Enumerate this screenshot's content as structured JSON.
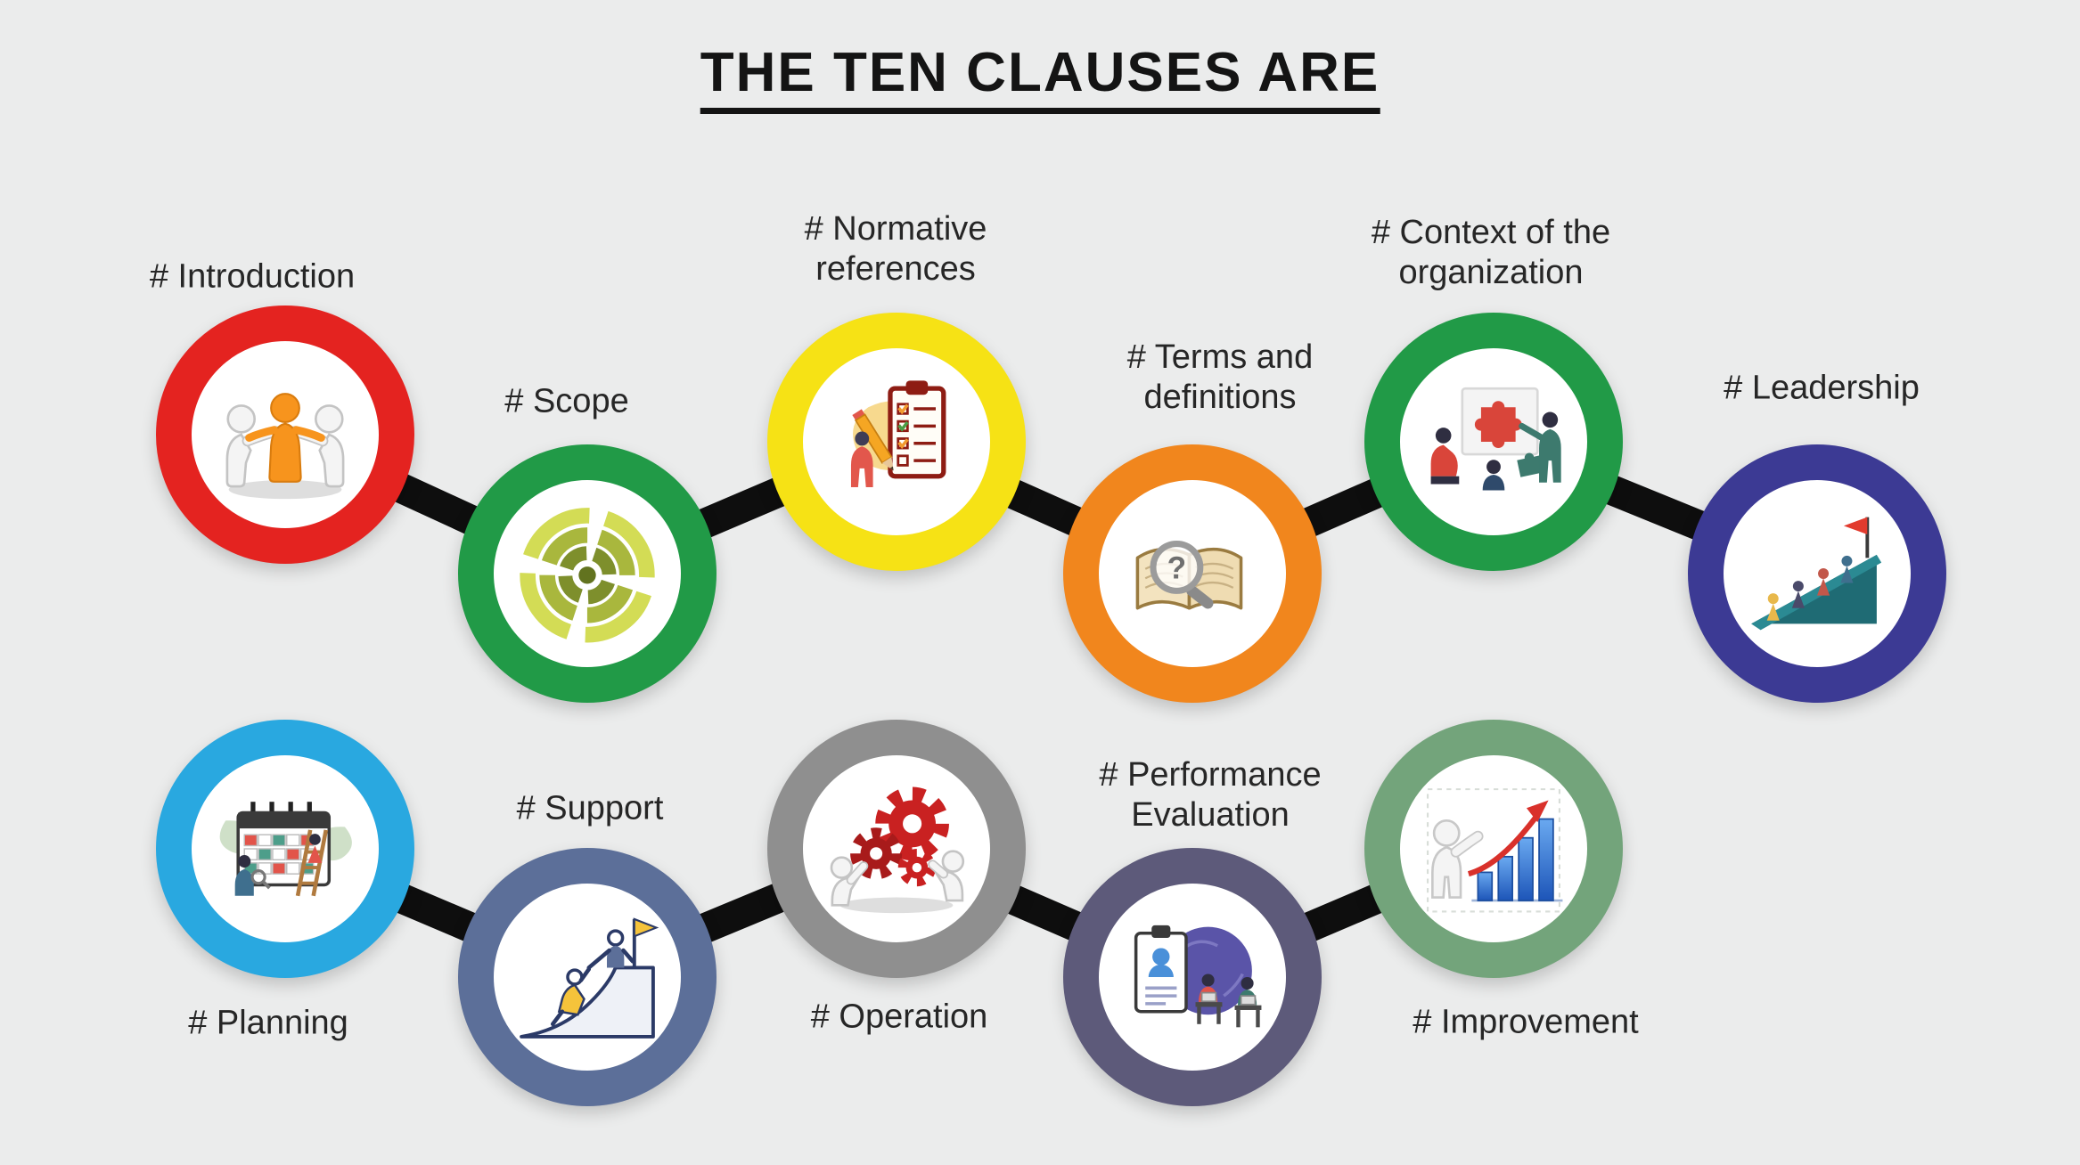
{
  "title": "THE TEN CLAUSES ARE",
  "background": "#ebecec",
  "connector_color": "#0e0e0e",
  "nodes": [
    {
      "label": "# Introduction",
      "ring_color": "#e42320",
      "icon": "handshake-figures-icon"
    },
    {
      "label": "# Scope",
      "ring_color": "#219a47",
      "icon": "target-icon"
    },
    {
      "label": "# Normative references",
      "ring_color": "#f6e215",
      "icon": "checklist-clipboard-icon"
    },
    {
      "label": "# Terms and definitions",
      "ring_color": "#f1861d",
      "icon": "book-magnifier-icon",
      "glyph": "?"
    },
    {
      "label": "# Context of the organization",
      "ring_color": "#219a47",
      "icon": "team-puzzle-icon"
    },
    {
      "label": "# Leadership",
      "ring_color": "#3c3a94",
      "icon": "climb-flag-ramp-icon"
    },
    {
      "label": "# Planning",
      "ring_color": "#29a8e0",
      "icon": "calendar-planning-icon"
    },
    {
      "label": "# Support",
      "ring_color": "#5c6f99",
      "icon": "helping-hand-flag-icon"
    },
    {
      "label": "# Operation",
      "ring_color": "#8f8f8f",
      "icon": "gears-figures-icon"
    },
    {
      "label": "# Performance Evaluation",
      "ring_color": "#5d5a7a",
      "icon": "evaluation-clipboard-icon"
    },
    {
      "label": "# Improvement",
      "ring_color": "#73a47b",
      "icon": "growth-chart-icon"
    }
  ]
}
